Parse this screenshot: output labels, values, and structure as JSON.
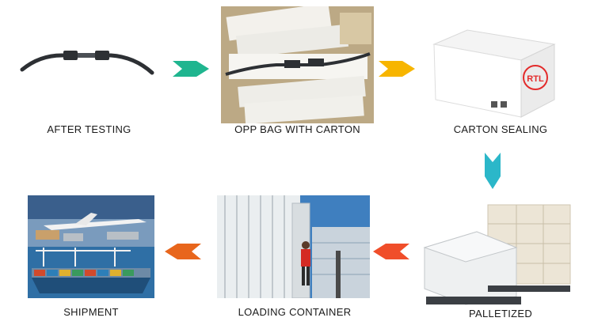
{
  "steps": [
    {
      "id": "after-testing",
      "caption": "AFTER TESTING"
    },
    {
      "id": "opp-bag",
      "caption": "OPP BAG WITH CARTON"
    },
    {
      "id": "carton-sealing",
      "caption": "CARTON SEALING",
      "logo_text": "RTL"
    },
    {
      "id": "palletized",
      "caption": "PALLETIZED"
    },
    {
      "id": "loading-container",
      "caption": "LOADING CONTAINER"
    },
    {
      "id": "shipment",
      "caption": "SHIPMENT"
    }
  ],
  "arrows": [
    {
      "from": "after-testing",
      "to": "opp-bag",
      "direction": "right",
      "color": "#1fb58f"
    },
    {
      "from": "opp-bag",
      "to": "carton-sealing",
      "direction": "right",
      "color": "#f7b500"
    },
    {
      "from": "carton-sealing",
      "to": "palletized",
      "direction": "down",
      "color": "#2bb7c9"
    },
    {
      "from": "palletized",
      "to": "loading-container",
      "direction": "left",
      "color": "#f04e2a"
    },
    {
      "from": "loading-container",
      "to": "shipment",
      "direction": "left",
      "color": "#e8661c"
    }
  ]
}
